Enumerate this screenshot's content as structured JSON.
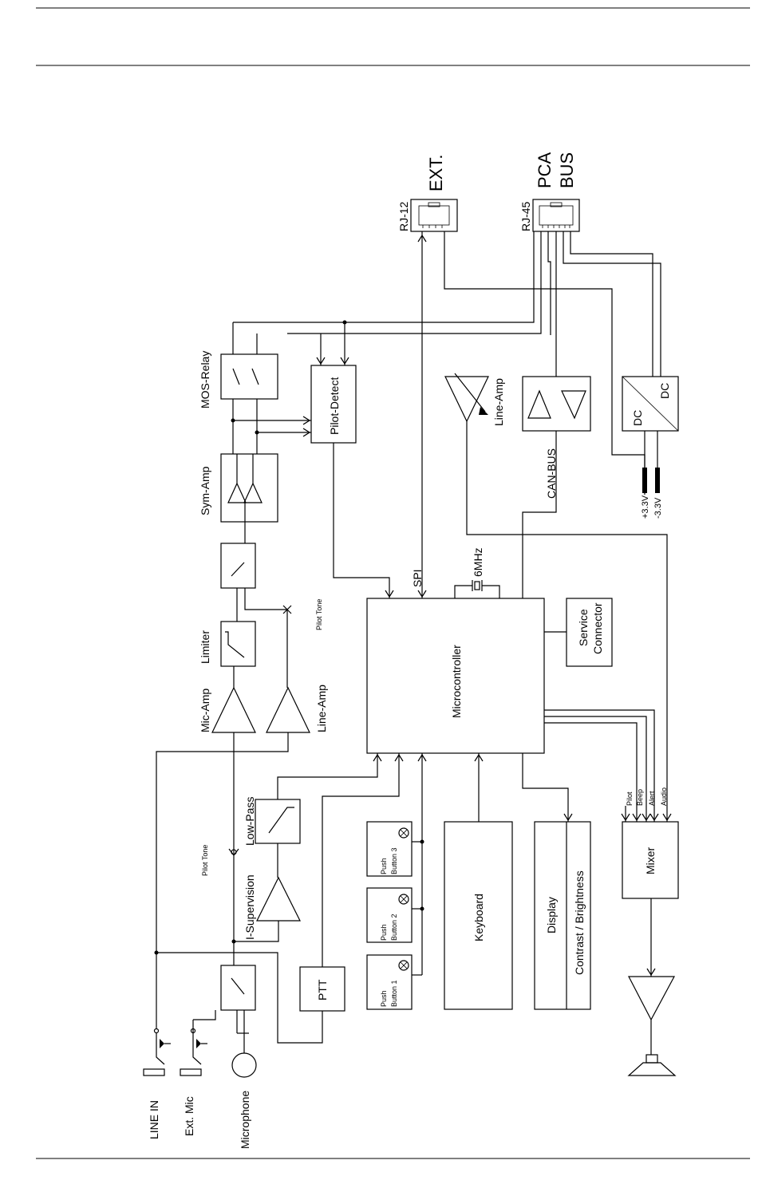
{
  "labels": {
    "ext": "EXT.",
    "pca": "PCA",
    "bus": "BUS",
    "rj12": "RJ-12",
    "rj45": "RJ-45",
    "mos_relay": "MOS-Relay",
    "pilot_detect": "Pilot-Detect",
    "line_amp_top": "Line-Amp",
    "can_bus": "CAN-BUS",
    "dc_left": "DC",
    "dc_right": "DC",
    "plus_3v3": "+3.3V",
    "minus_3v3": "-3.3V",
    "sym_amp": "Sym-Amp",
    "spi": "SPI",
    "six_mhz": "6MHz",
    "pilot_tone_top": "Pilot Tone",
    "limiter": "Limiter",
    "service": "Service",
    "connector": "Connector",
    "microcontroller": "Microcontroller",
    "mic_amp": "Mic-Amp",
    "line_amp_mid": "Line-Amp",
    "pilot": "Pilot",
    "beep": "Beep",
    "alert": "Alert",
    "audio": "Audio",
    "low_pass": "Low-Pass",
    "pilot_tone_bottom": "Pilot Tone",
    "push": "Push",
    "button3": "Button 3",
    "button2": "Button 2",
    "button1": "Button 1",
    "keyboard": "Keyboard",
    "display": "Display",
    "contrast": "Contrast / Brightness",
    "mixer": "Mixer",
    "i_supervision": "I-Supervision",
    "ptt": "PTT",
    "line_in": "LINE IN",
    "ext_mic": "Ext. Mic",
    "microphone": "Microphone"
  }
}
